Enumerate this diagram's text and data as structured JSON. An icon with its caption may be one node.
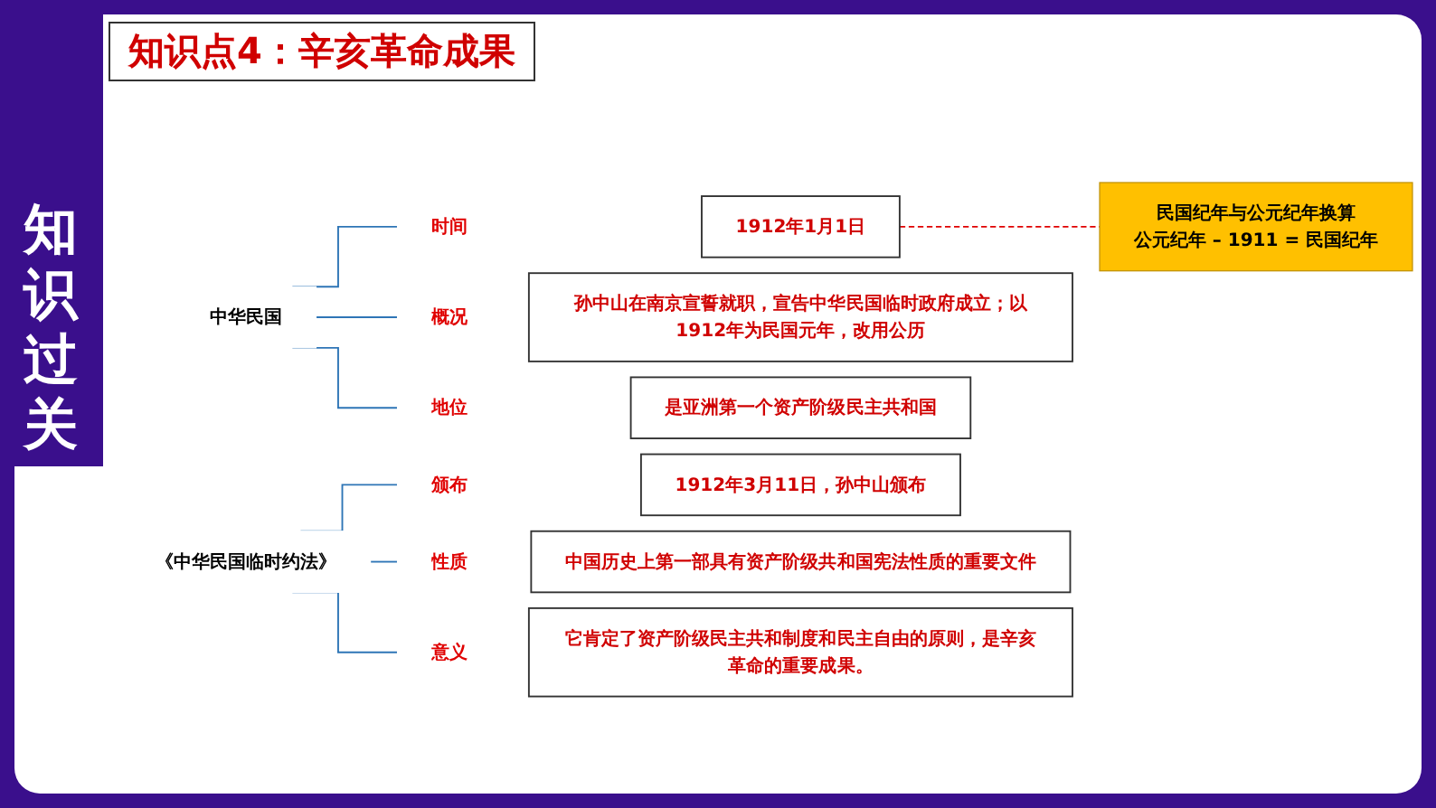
{
  "diagram": {
    "title": "知识点4：辛亥革命成果",
    "nodes": [
      {
        "text": [
          "中华民国"
        ]
      },
      {
        "text": [
          "时间"
        ]
      },
      {
        "text": [
          "1912年1月1日"
        ]
      },
      {
        "text": [
          "概况"
        ]
      },
      {
        "text": [
          "孙中山在南京宣誓就职，宣告中华民国临时政府成立；以1912年为民国元年，改用公历"
        ]
      },
      {
        "text": [
          "地位"
        ]
      },
      {
        "text": [
          "是亚洲第一个资产阶级民主共和国"
        ]
      },
      {
        "text": [
          "民国纪年与公元纪年换算",
          "公元纪年 – 1911 = 民国纪年"
        ]
      },
      {
        "text": [
          "《中华民国临时约法》"
        ]
      },
      {
        "text": [
          "颁布"
        ]
      },
      {
        "text": [
          "1912年3月11日，孙中山颁布"
        ]
      },
      {
        "text": [
          "性质"
        ]
      },
      {
        "text": [
          "中国历史上第一部具有资产阶级共和国宪法性质的重要文件"
        ]
      },
      {
        "text": [
          "意义"
        ]
      },
      {
        "text": [
          "它肯定了资产阶级民主共和制度和民主自由的原则，是辛亥革命的重要成果。"
        ]
      }
    ],
    "edges": [
      {
        "from": 0,
        "to": 1,
        "arrow": "none"
      },
      {
        "from": 0,
        "to": 3,
        "arrow": "none"
      },
      {
        "from": 0,
        "to": 5,
        "arrow": "none"
      },
      {
        "from": 2,
        "to": 7,
        "arrow": "none",
        "style": "dashed",
        "color": "#e00000"
      },
      {
        "from": 8,
        "to": 9,
        "arrow": "none"
      },
      {
        "from": 8,
        "to": 11,
        "arrow": "none"
      },
      {
        "from": 8,
        "to": 13,
        "arrow": "none"
      }
    ],
    "labels": [
      "知识过关"
    ]
  }
}
